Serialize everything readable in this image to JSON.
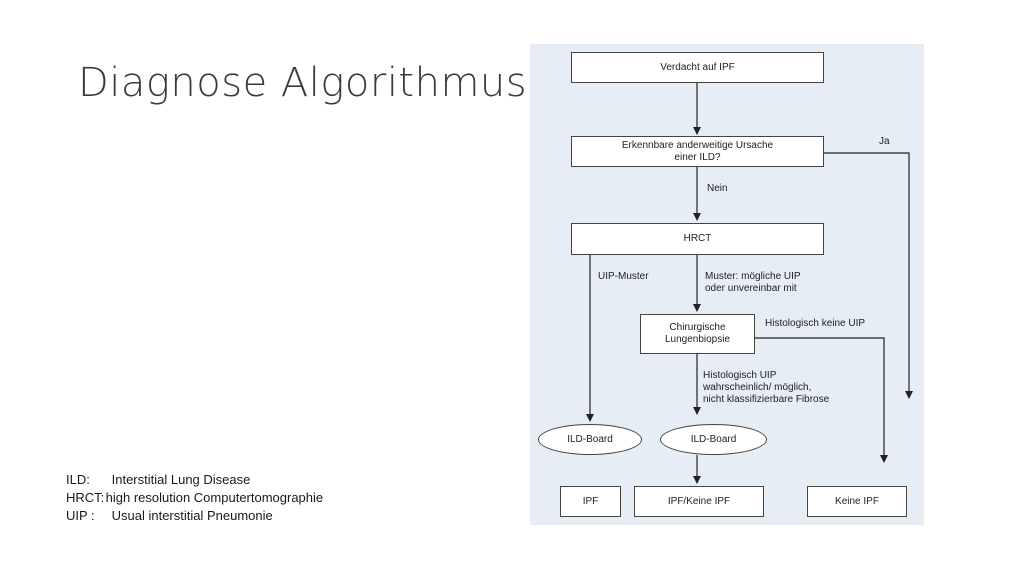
{
  "title": "Diagnose Algorithmus",
  "legend": [
    {
      "term": "ILD:",
      "definition": "Interstitial Lung Disease"
    },
    {
      "term": "HRCT:",
      "definition": "high resolution Computertomographie"
    },
    {
      "term": "UIP :",
      "definition": "Usual interstitial Pneumonie"
    }
  ],
  "flowchart": {
    "nodes": {
      "suspicion": "Verdacht auf IPF",
      "other_cause": "Erkennbare anderweitige Ursache\neiner ILD?",
      "hrct": "HRCT",
      "biopsy": "Chirurgische\nLungenbiopsie",
      "board_left": "ILD-Board",
      "board_mid": "ILD-Board",
      "ipf": "IPF",
      "ipf_or_not": "IPF/Keine IPF",
      "not_ipf": "Keine IPF"
    },
    "edge_labels": {
      "yes": "Ja",
      "no": "Nein",
      "uip_pattern": "UIP-Muster",
      "possible_uip": "Muster: mögliche UIP\noder unvereinbar mit",
      "histo_no_uip": "Histologisch keine UIP",
      "histo_uip": "Histologisch UIP\nwahrscheinlich/ möglich,\nnicht klassifizierbare Fibrose"
    }
  }
}
